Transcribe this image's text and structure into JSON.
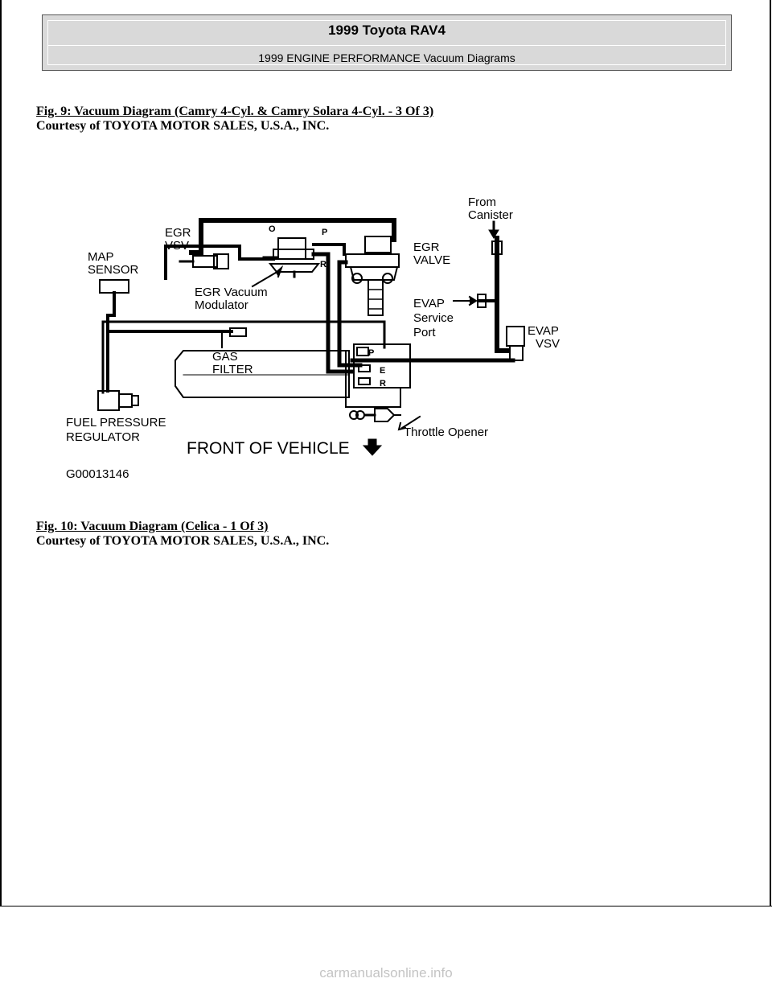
{
  "header": {
    "title": "1999 Toyota RAV4",
    "subtitle": "1999 ENGINE PERFORMANCE Vacuum Diagrams"
  },
  "figures": [
    {
      "title": "Fig. 9: Vacuum Diagram (Camry 4-Cyl. & Camry Solara 4-Cyl. - 3 Of 3)",
      "courtesy": "Courtesy of TOYOTA MOTOR SALES, U.S.A., INC."
    },
    {
      "title": "Fig. 10: Vacuum Diagram (Celica - 1 Of 3)",
      "courtesy": "Courtesy of TOYOTA MOTOR SALES, U.S.A., INC."
    }
  ],
  "diagram": {
    "labels": {
      "egr_vsv_1": "EGR",
      "egr_vsv_2": "VSV",
      "map_1": "MAP",
      "map_2": "SENSOR",
      "egr_mod_1": "EGR Vacuum",
      "egr_mod_2": "Modulator",
      "egr_valve_1": "EGR",
      "egr_valve_2": "VALVE",
      "from_can_1": "From",
      "from_can_2": "Canister",
      "evap_port_1": "EVAP",
      "evap_port_2": "Service",
      "evap_port_3": "Port",
      "evap_vsv_1": "EVAP",
      "evap_vsv_2": "VSV",
      "gas_1": "GAS",
      "gas_2": "FILTER",
      "fpr_1": "FUEL PRESSURE",
      "fpr_2": "REGULATOR",
      "throttle": "Throttle Opener",
      "front": "FRONT OF VEHICLE",
      "code": "G00013146",
      "port_o": "O",
      "port_p": "P",
      "port_r": "R",
      "tb_p": "P",
      "tb_e": "E",
      "tb_r": "R"
    }
  },
  "watermark": "carmanualsonline.info"
}
